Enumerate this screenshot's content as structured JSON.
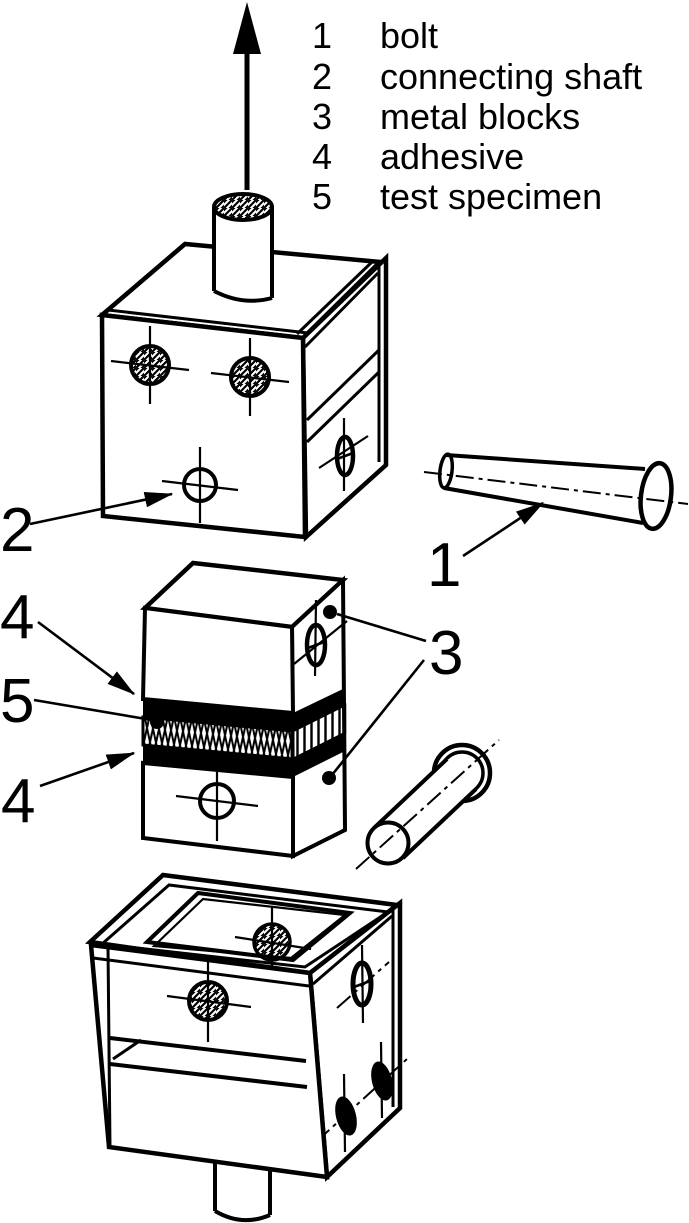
{
  "colors": {
    "ink": "#000000",
    "paper": "#ffffff"
  },
  "legend": {
    "items": [
      {
        "num": "1",
        "label": "bolt"
      },
      {
        "num": "2",
        "label": "connecting shaft"
      },
      {
        "num": "3",
        "label": "metal blocks"
      },
      {
        "num": "4",
        "label": "adhesive"
      },
      {
        "num": "5",
        "label": "test specimen"
      }
    ]
  },
  "callouts": {
    "connecting_shaft": "2",
    "bolt": "1",
    "adhesive_upper": "4",
    "test_specimen": "5",
    "adhesive_lower": "4",
    "metal_blocks": "3"
  }
}
